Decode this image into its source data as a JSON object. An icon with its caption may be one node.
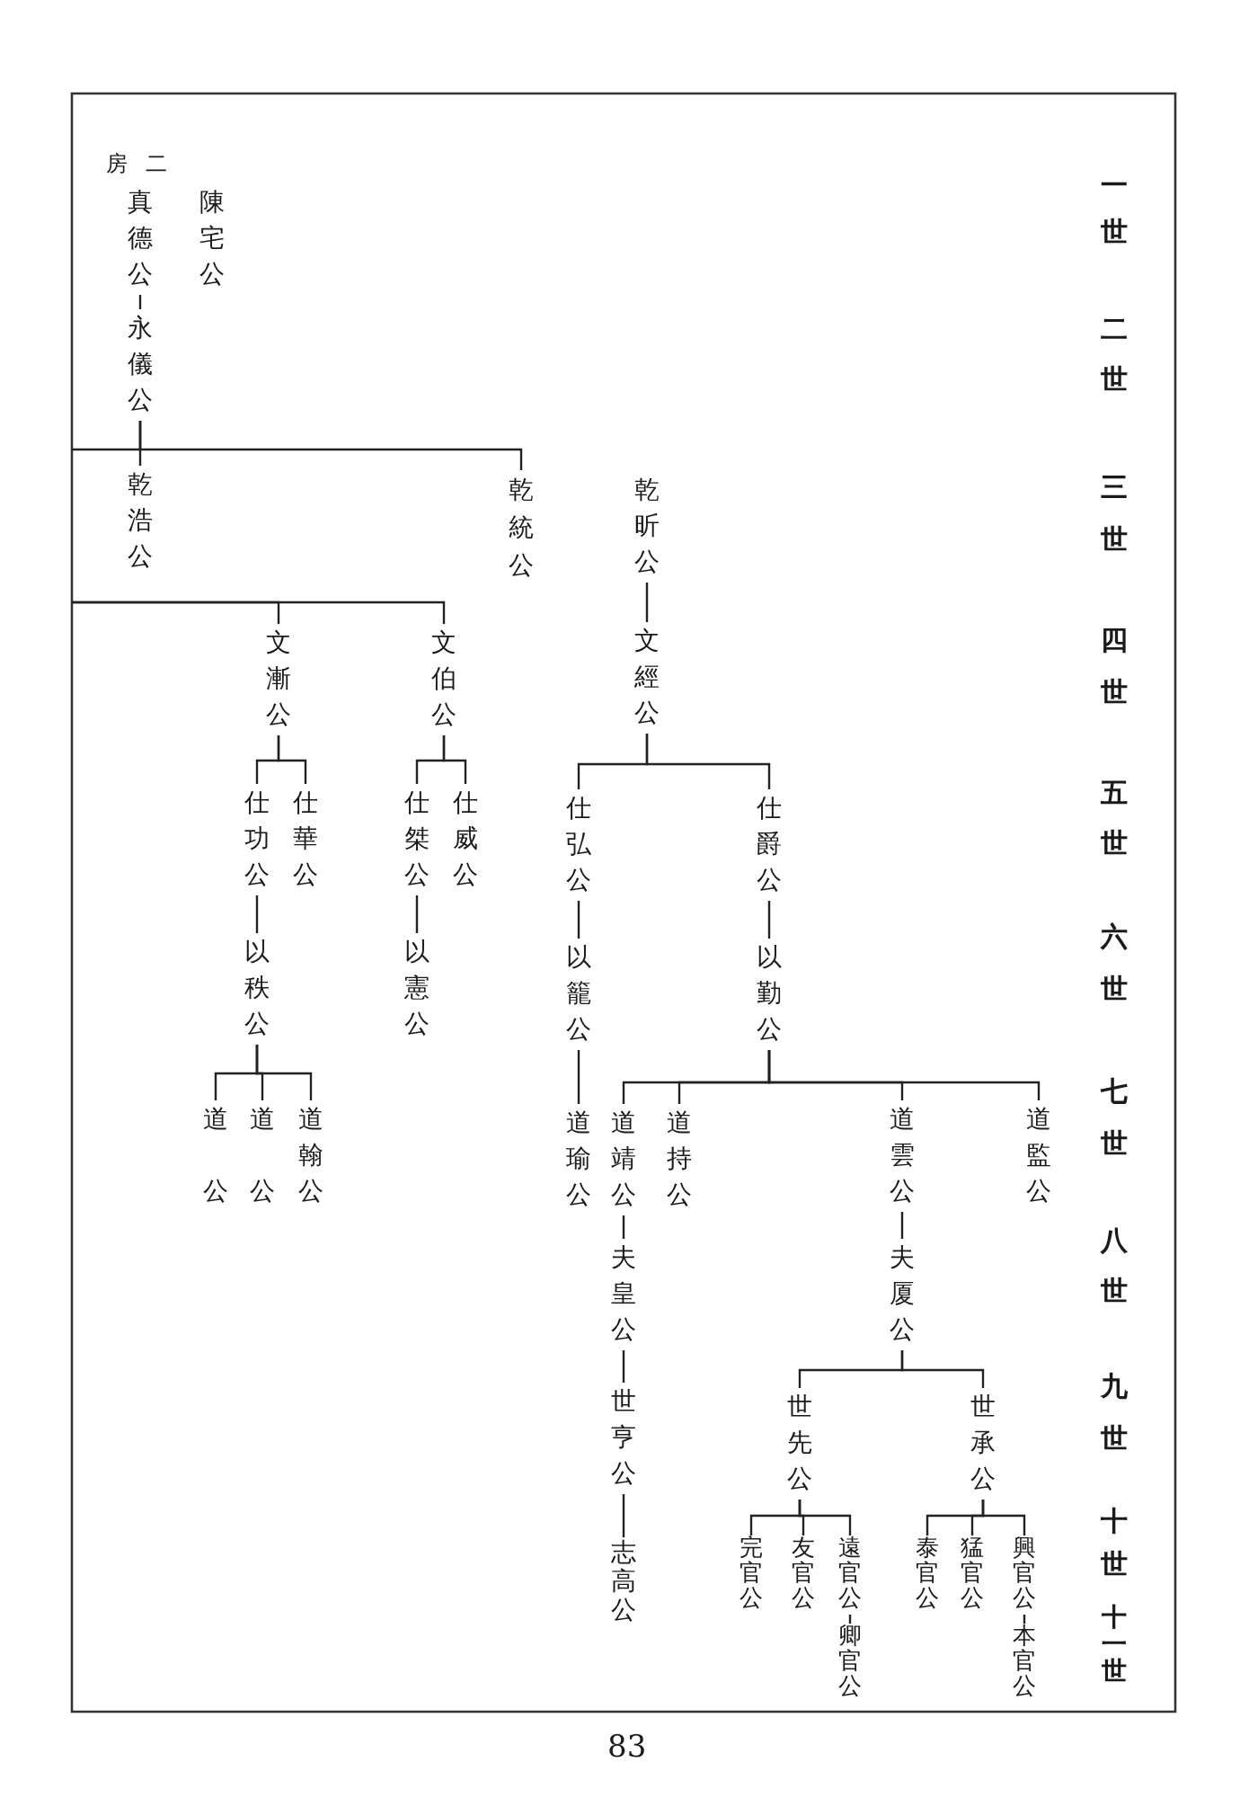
{
  "diagram": {
    "title": "房 二",
    "nodes": [
      {
        "text": [
          "真德公"
        ]
      },
      {
        "text": [
          "陳宅公"
        ]
      },
      {
        "text": [
          "永儀公"
        ]
      },
      {
        "text": [
          "乾浩公"
        ]
      },
      {
        "text": [
          "乾統公"
        ]
      },
      {
        "text": [
          "乾昕公"
        ]
      },
      {
        "text": [
          "文漸公"
        ]
      },
      {
        "text": [
          "文伯公"
        ]
      },
      {
        "text": [
          "文經公"
        ]
      },
      {
        "text": [
          "仕功公"
        ]
      },
      {
        "text": [
          "仕華公"
        ]
      },
      {
        "text": [
          "仕桀公"
        ]
      },
      {
        "text": [
          "仕威公"
        ]
      },
      {
        "text": [
          "仕弘公"
        ]
      },
      {
        "text": [
          "仕爵公"
        ]
      },
      {
        "text": [
          "以秩公"
        ]
      },
      {
        "text": [
          "以憲公"
        ]
      },
      {
        "text": [
          "以籠公"
        ]
      },
      {
        "text": [
          "以勤公"
        ]
      },
      {
        "text": [
          "道",
          "公"
        ]
      },
      {
        "text": [
          "道",
          "公"
        ]
      },
      {
        "text": [
          "道翰公"
        ]
      },
      {
        "text": [
          "道瑜公"
        ]
      },
      {
        "text": [
          "道靖公"
        ]
      },
      {
        "text": [
          "道持公"
        ]
      },
      {
        "text": [
          "道雲公"
        ]
      },
      {
        "text": [
          "道監公"
        ]
      },
      {
        "text": [
          "夫皇公"
        ]
      },
      {
        "text": [
          "世亨公"
        ]
      },
      {
        "text": [
          "志高公"
        ]
      },
      {
        "text": [
          "夫厦公"
        ]
      },
      {
        "text": [
          "世先公"
        ]
      },
      {
        "text": [
          "世承公"
        ]
      },
      {
        "text": [
          "完官公"
        ]
      },
      {
        "text": [
          "友官公"
        ]
      },
      {
        "text": [
          "遠官公"
        ]
      },
      {
        "text": [
          "卿官公"
        ]
      },
      {
        "text": [
          "泰官公"
        ]
      },
      {
        "text": [
          "猛官公"
        ]
      },
      {
        "text": [
          "興官公"
        ]
      },
      {
        "text": [
          "本官公"
        ]
      }
    ],
    "edges": [
      {
        "from": 0,
        "to": 2,
        "arrow": "none"
      },
      {
        "from": 2,
        "to": 3,
        "arrow": "none"
      },
      {
        "from": 2,
        "to": 4,
        "arrow": "none"
      },
      {
        "from": 2,
        "to": null,
        "arrow": "none"
      },
      {
        "from": null,
        "to": 6,
        "arrow": "none"
      },
      {
        "from": null,
        "to": 7,
        "arrow": "none"
      },
      {
        "from": 5,
        "to": 8,
        "arrow": "none"
      },
      {
        "from": 6,
        "to": 9,
        "arrow": "none"
      },
      {
        "from": 6,
        "to": 10,
        "arrow": "none"
      },
      {
        "from": 7,
        "to": 11,
        "arrow": "none"
      },
      {
        "from": 7,
        "to": 12,
        "arrow": "none"
      },
      {
        "from": 8,
        "to": 13,
        "arrow": "none"
      },
      {
        "from": 8,
        "to": 14,
        "arrow": "none"
      },
      {
        "from": 9,
        "to": 15,
        "arrow": "none"
      },
      {
        "from": 11,
        "to": 16,
        "arrow": "none"
      },
      {
        "from": 13,
        "to": 17,
        "arrow": "none"
      },
      {
        "from": 14,
        "to": 18,
        "arrow": "none"
      },
      {
        "from": 15,
        "to": 19,
        "arrow": "none"
      },
      {
        "from": 15,
        "to": 20,
        "arrow": "none"
      },
      {
        "from": 15,
        "to": 21,
        "arrow": "none"
      },
      {
        "from": 17,
        "to": 22,
        "arrow": "none"
      },
      {
        "from": 18,
        "to": 23,
        "arrow": "none"
      },
      {
        "from": 18,
        "to": 24,
        "arrow": "none"
      },
      {
        "from": 18,
        "to": 25,
        "arrow": "none"
      },
      {
        "from": 18,
        "to": 26,
        "arrow": "none"
      },
      {
        "from": 23,
        "to": 27,
        "arrow": "none"
      },
      {
        "from": 27,
        "to": 28,
        "arrow": "none"
      },
      {
        "from": 28,
        "to": 29,
        "arrow": "none"
      },
      {
        "from": 25,
        "to": 30,
        "arrow": "none"
      },
      {
        "from": 30,
        "to": 31,
        "arrow": "none"
      },
      {
        "from": 30,
        "to": 32,
        "arrow": "none"
      },
      {
        "from": 31,
        "to": 33,
        "arrow": "none"
      },
      {
        "from": 31,
        "to": 34,
        "arrow": "none"
      },
      {
        "from": 31,
        "to": 35,
        "arrow": "none"
      },
      {
        "from": 35,
        "to": 36,
        "arrow": "none"
      },
      {
        "from": 32,
        "to": 37,
        "arrow": "none"
      },
      {
        "from": 32,
        "to": 38,
        "arrow": "none"
      },
      {
        "from": 32,
        "to": 39,
        "arrow": "none"
      },
      {
        "from": 39,
        "to": 40,
        "arrow": "none"
      }
    ],
    "labels": [
      "一世",
      "二世",
      "三世",
      "四世",
      "五世",
      "六世",
      "七世",
      "八世",
      "九世",
      "十世",
      "十一世",
      "83"
    ]
  }
}
